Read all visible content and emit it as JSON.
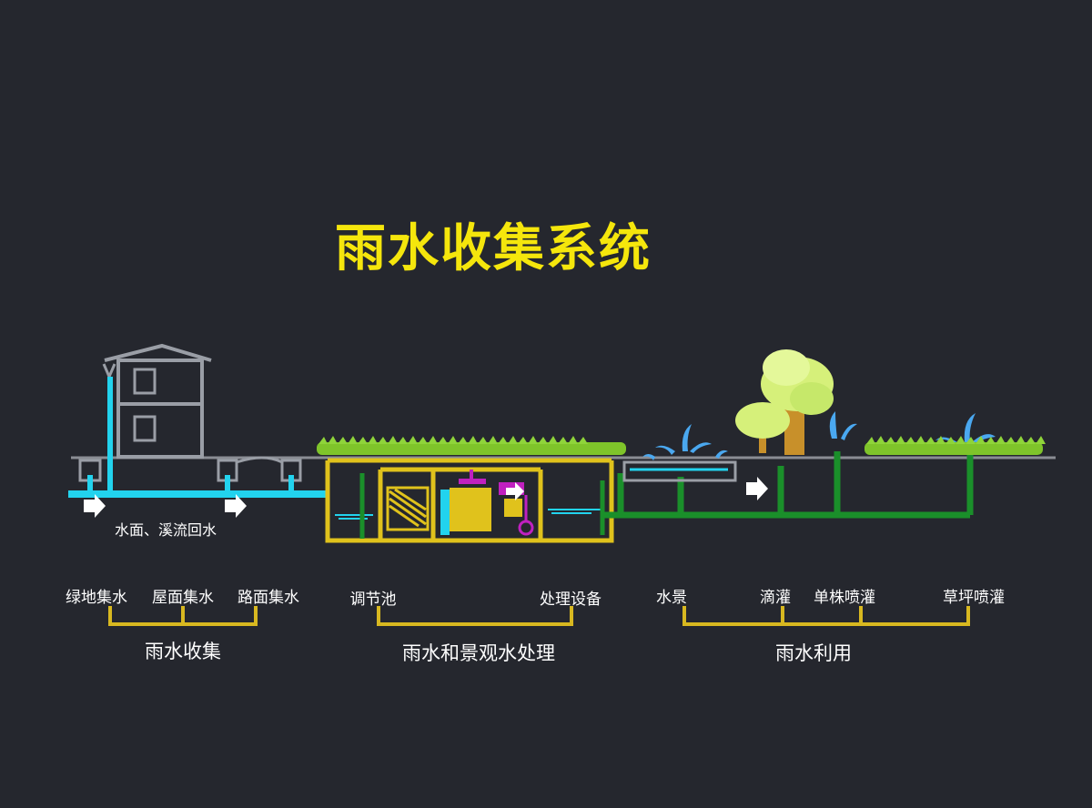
{
  "title": "雨水收集系统",
  "inline_label": "水面、溪流回水",
  "groups": {
    "collection": {
      "label": "雨水收集",
      "items": [
        "绿地集水",
        "屋面集水",
        "路面集水"
      ]
    },
    "treatment": {
      "label": "雨水和景观水处理",
      "items": [
        "调节池",
        "处理设备"
      ]
    },
    "utilization": {
      "label": "雨水利用",
      "items": [
        "水景",
        "滴灌",
        "单株喷灌",
        "草坪喷灌"
      ]
    }
  },
  "colors": {
    "background": "#25272e",
    "title": "#f5e60c",
    "collection_pipe": "#22d3ee",
    "treatment_tank": "#e0c21c",
    "utilization_pipe": "#1a8f2a",
    "bracket": "#d8b820",
    "grass": "#7fc42a",
    "tree": "#d6f07a",
    "fountain": "#4aa8f0",
    "filter_purple": "#c020c0"
  },
  "icons": [
    "building-icon",
    "arrow-right-icon",
    "grass-strip-icon",
    "tree-icon",
    "fountain-icon",
    "filter-tank-icon"
  ]
}
